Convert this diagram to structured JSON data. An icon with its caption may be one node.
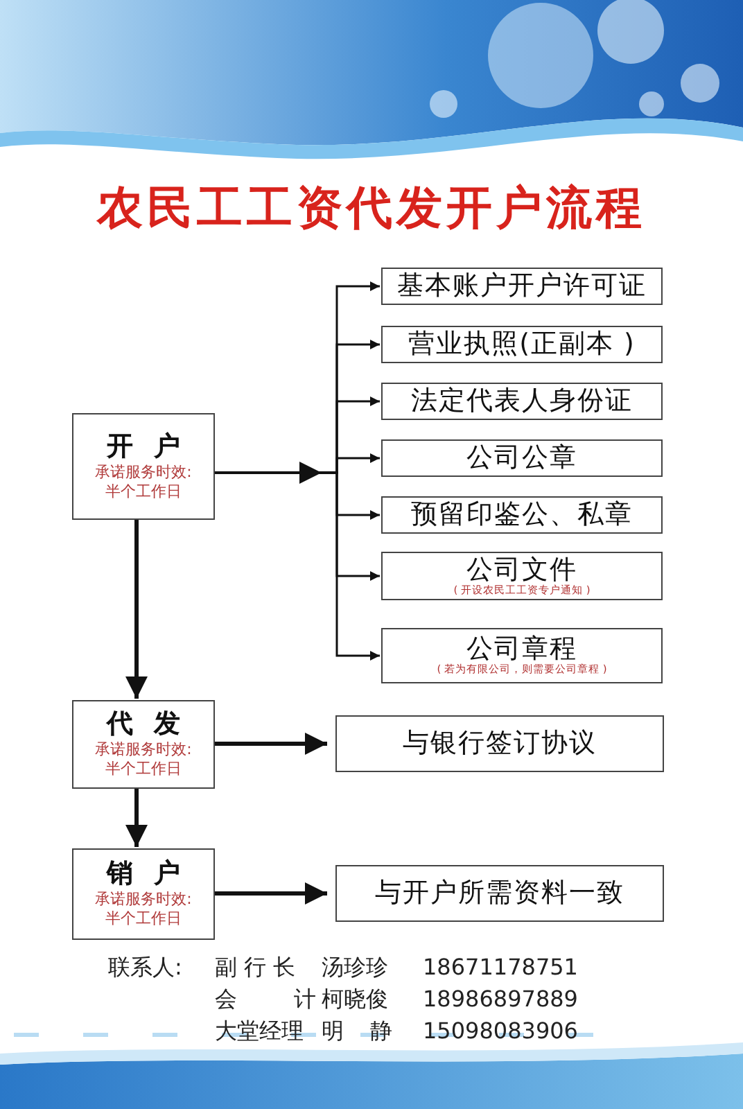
{
  "diagram": {
    "title": "农民工工资代发开户流程",
    "nodes": [
      {
        "text": [
          "开 户",
          "承诺服务时效: 半个工作日"
        ]
      },
      {
        "text": [
          "基本账户开户许可证"
        ]
      },
      {
        "text": [
          "营业执照(正副本 )"
        ]
      },
      {
        "text": [
          "法定代表人身份证"
        ]
      },
      {
        "text": [
          "公司公章"
        ]
      },
      {
        "text": [
          "预留印鉴公、私章"
        ]
      },
      {
        "text": [
          "公司文件",
          "( 开设农民工工资专户通知 )"
        ]
      },
      {
        "text": [
          "公司章程",
          "( 若为有限公司，则需要公司章程 )"
        ]
      },
      {
        "text": [
          "代 发",
          "承诺服务时效: 半个工作日"
        ]
      },
      {
        "text": [
          "与银行签订协议"
        ]
      },
      {
        "text": [
          "销 户",
          "承诺服务时效: 半个工作日"
        ]
      },
      {
        "text": [
          "与开户所需资料一致"
        ]
      }
    ],
    "edges": [
      {
        "from": 0,
        "to": 1,
        "arrow": "to"
      },
      {
        "from": 0,
        "to": 2,
        "arrow": "to"
      },
      {
        "from": 0,
        "to": 3,
        "arrow": "to"
      },
      {
        "from": 0,
        "to": 4,
        "arrow": "to"
      },
      {
        "from": 0,
        "to": 5,
        "arrow": "to"
      },
      {
        "from": 0,
        "to": 6,
        "arrow": "to"
      },
      {
        "from": 0,
        "to": 7,
        "arrow": "to"
      },
      {
        "from": 0,
        "to": 8,
        "arrow": "to",
        "style": "thick"
      },
      {
        "from": 8,
        "to": 9,
        "arrow": "to",
        "style": "thick"
      },
      {
        "from": 8,
        "to": 10,
        "arrow": "to",
        "style": "thick"
      },
      {
        "from": 10,
        "to": 11,
        "arrow": "to",
        "style": "thick"
      }
    ],
    "labels": [
      "联系人:",
      "副 行 长",
      "汤珍珍",
      "18671178751",
      "会 计",
      "柯晓俊",
      "18986897889",
      "大堂经理",
      "明 静",
      "15098083906"
    ]
  }
}
